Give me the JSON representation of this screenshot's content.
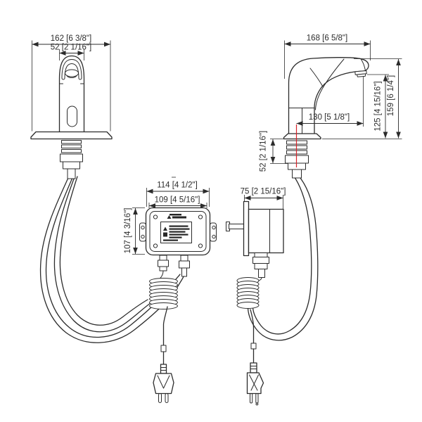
{
  "colors": {
    "background": "#ffffff",
    "line": "#2b2b2b",
    "centerline": "#d8232a"
  },
  "front_view": {
    "overall_width": "162 [6 3/8\"]",
    "spout_width": "52 [2 1/16\"]"
  },
  "side_view": {
    "overall_depth": "168 [6 5/8\"]",
    "spout_reach": "130 [5 1/8\"]",
    "outlet_height": "125 [4 15/16\"]",
    "overall_height": "159 [6 1/4\"]",
    "shank_exposure": "52 [2 1/16\"]"
  },
  "control_box_front": {
    "overall_width": "114 [4 1/2\"]",
    "body_width": "109 [4 5/16\"]",
    "height": "107 [4 3/16\"]"
  },
  "control_box_side": {
    "depth": "75 [2 15/16\"]"
  }
}
